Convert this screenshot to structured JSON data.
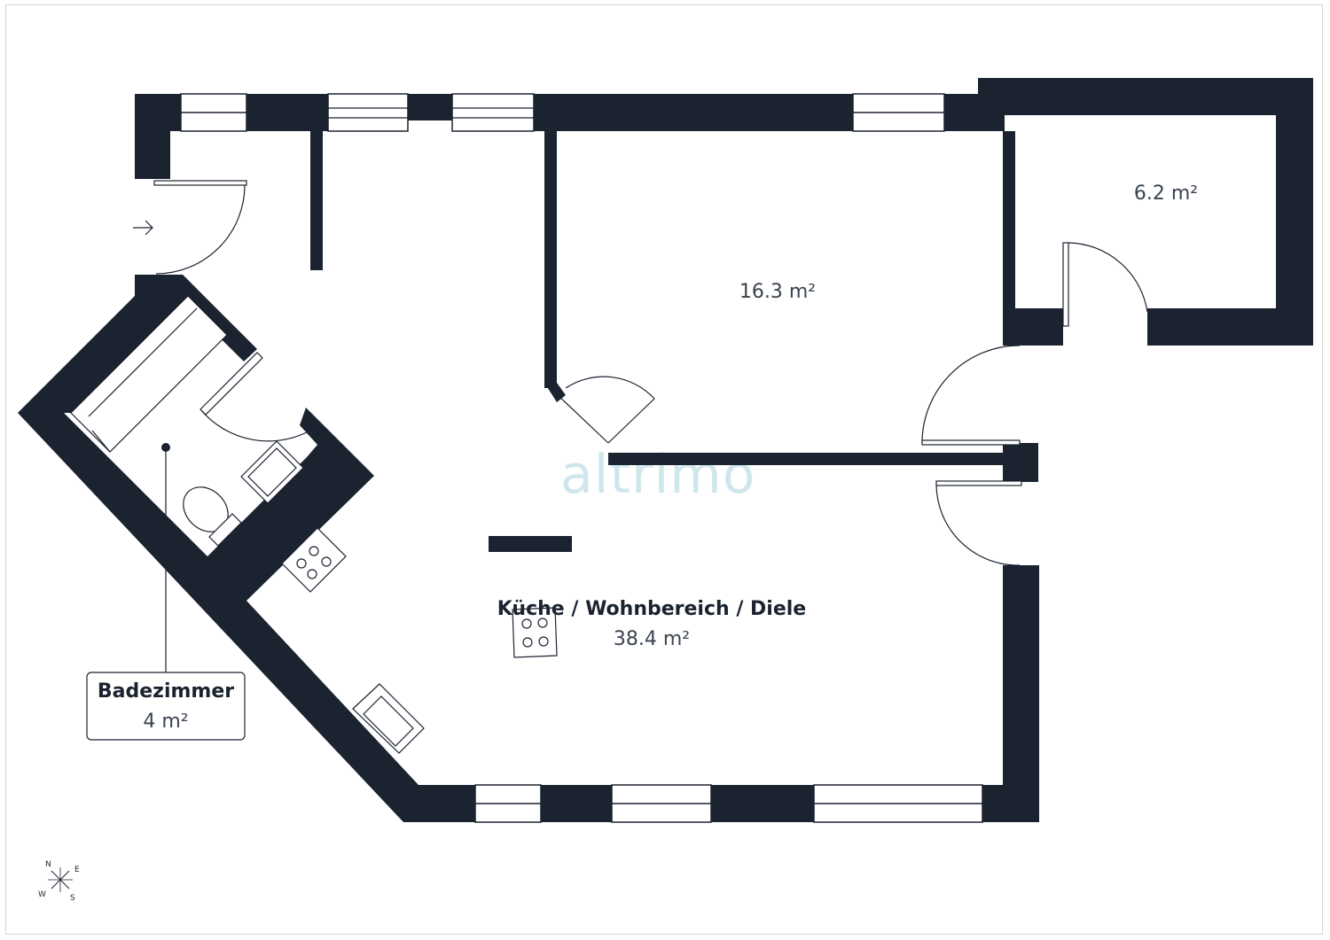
{
  "watermark": "altrimo",
  "rooms": {
    "kitchen": {
      "name": "Küche / Wohnbereich / Diele",
      "area": "38.4 m²"
    },
    "room_mid": {
      "name": "",
      "area": "16.3 m²"
    },
    "room_small": {
      "name": "",
      "area": "6.2 m²"
    },
    "bathroom": {
      "name": "Badezimmer",
      "area": "4 m²"
    }
  },
  "compass": {
    "n": "N",
    "e": "E",
    "s": "S",
    "w": "W"
  },
  "colors": {
    "wall": "#1b2330",
    "watermark": "#a9d4dd",
    "background": "#ffffff"
  }
}
